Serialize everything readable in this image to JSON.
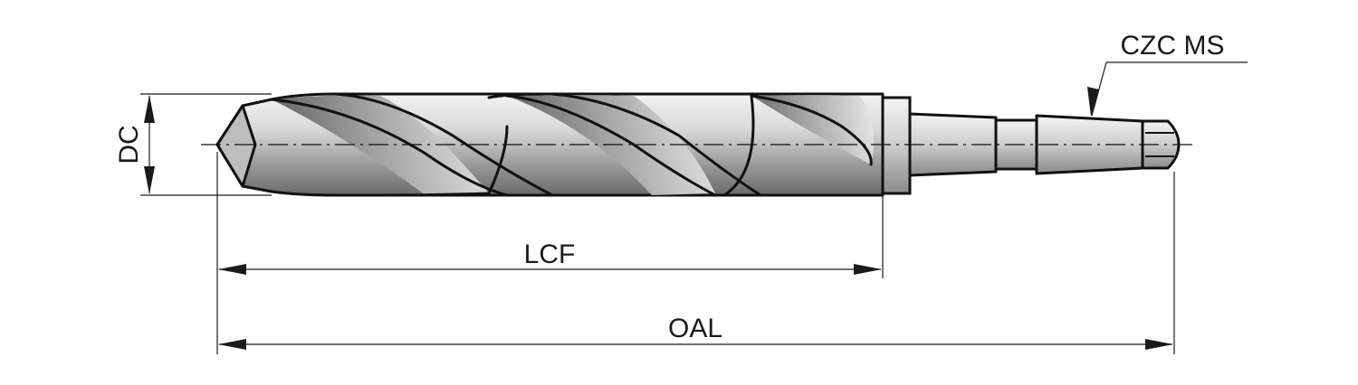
{
  "diagram": {
    "type": "technical-drawing",
    "subject": "taper shank twist drill",
    "labels": {
      "shank": "CZC MS",
      "diameter": "DC",
      "flute_length": "LCF",
      "overall_length": "OAL"
    }
  }
}
